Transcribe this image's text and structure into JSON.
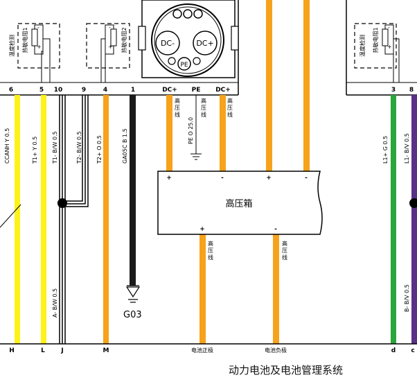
{
  "sensors": {
    "sensor_label": "温度检测",
    "thermistor_1": "热敏电阻1",
    "thermistor_2": "热敏电阻2",
    "plus": "+",
    "minus": "-"
  },
  "connector": {
    "dc_minus": "DC-",
    "dc_plus": "DC+",
    "pe": "PE"
  },
  "top_pins": [
    "6",
    "5",
    "10",
    "9",
    "4",
    "1",
    "DC+",
    "PE",
    "DC+",
    "3",
    "8"
  ],
  "wires": {
    "ccanh": "CCANH  Y  0.5",
    "t1p": "T1+  Y  0.5",
    "t1m": "T1-  B/W  0.5",
    "t2m": "T2-  B/W  0.5",
    "t2p": "T2+  O  0.5",
    "ga05c": "GA05C  B  1.5",
    "pe_o": "PE  O  25.0",
    "a_minus": "A-  B/W  0.5",
    "l1p": "L1+  G  0.5",
    "l1m": "L1-  B/V  0.5",
    "b_minus": "B-  B/V  0.5"
  },
  "hv_wire_label": [
    "高",
    "压",
    "线"
  ],
  "hv_box": {
    "title": "高压箱",
    "plus": "+",
    "minus": "-"
  },
  "ground": "G03",
  "bottom_pins": {
    "h": "H",
    "l": "L",
    "j": "J",
    "m": "M",
    "pos": "电池正极",
    "neg": "电池负极",
    "d": "d",
    "c": "c"
  },
  "diagram_title": "动力电池及电池管理系统",
  "colors": {
    "yellow": "#FFF21A",
    "orange": "#F6A21B",
    "green": "#2AA63C",
    "purple": "#5A2F86",
    "black": "#1A1A1A"
  }
}
